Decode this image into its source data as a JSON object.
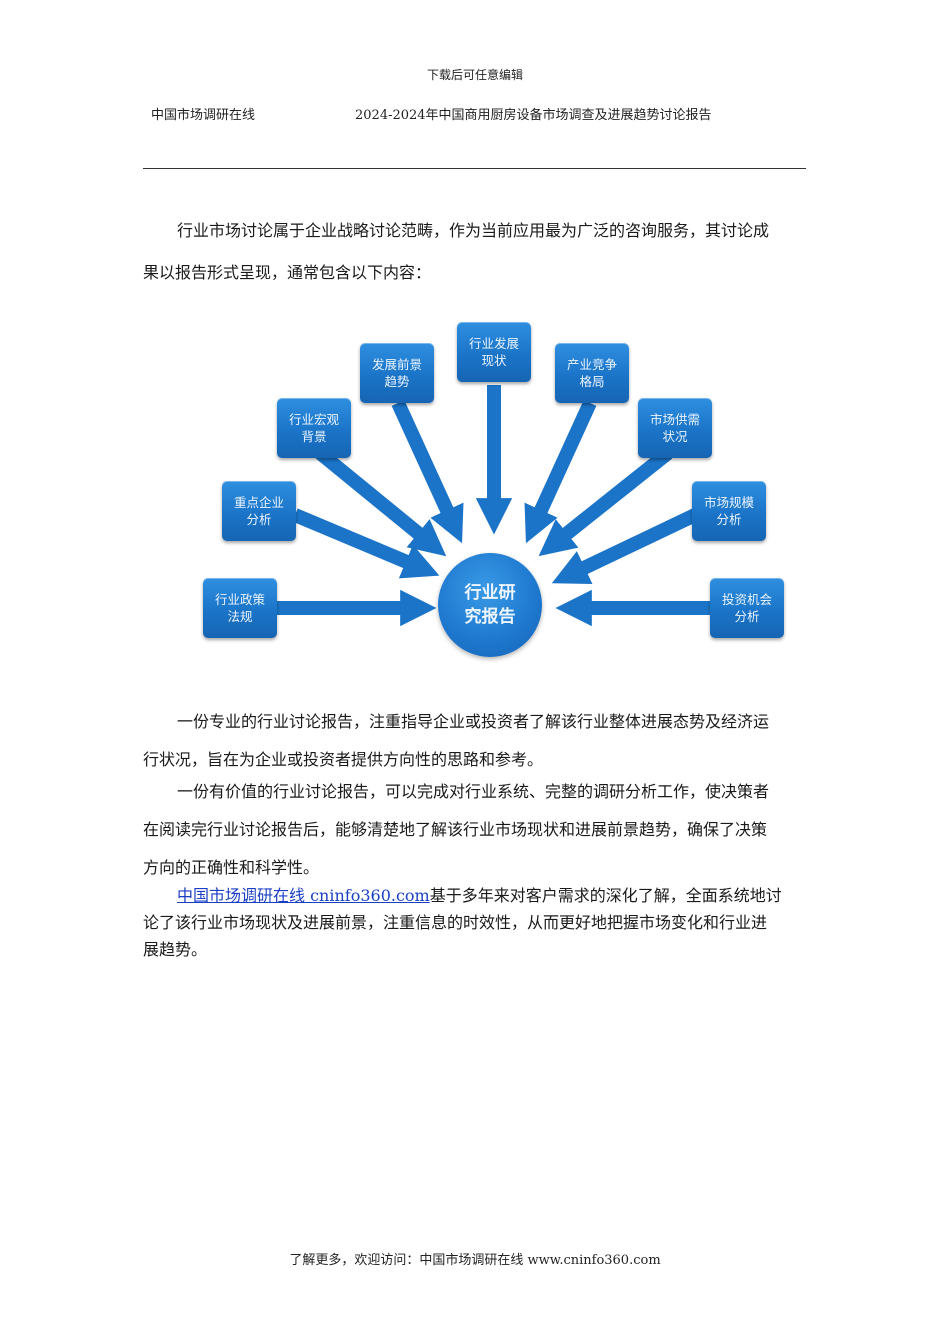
{
  "top_note": "下载后可任意编辑",
  "header": {
    "left": "中国市场调研在线",
    "right": "2024-2024年中国商用厨房设备市场调查及进展趋势讨论报告"
  },
  "intro": {
    "lines": [
      "行业市场讨论属于企业战略讨论范畴，作为当前应用最为广泛的咨询服务，其讨论成",
      "果以报告形式呈现，通常包含以下内容："
    ]
  },
  "diagram": {
    "center": {
      "line1": "行业研",
      "line2": "究报告"
    },
    "nodes": [
      {
        "line1": "行业政策",
        "line2": "法规"
      },
      {
        "line1": "重点企业",
        "line2": "分析"
      },
      {
        "line1": "行业宏观",
        "line2": "背景"
      },
      {
        "line1": "发展前景",
        "line2": "趋势"
      },
      {
        "line1": "行业发展",
        "line2": "现状"
      },
      {
        "line1": "产业竞争",
        "line2": "格局"
      },
      {
        "line1": "市场供需",
        "line2": "状况"
      },
      {
        "line1": "市场规模",
        "line2": "分析"
      },
      {
        "line1": "投资机会",
        "line2": "分析"
      }
    ],
    "color": "#1b74c8"
  },
  "para1": {
    "lines": [
      "一份专业的行业讨论报告，注重指导企业或投资者了解该行业整体进展态势及经济运",
      "行状况，旨在为企业或投资者提供方向性的思路和参考。"
    ]
  },
  "para2": {
    "lines": [
      "一份有价值的行业讨论报告，可以完成对行业系统、完整的调研分析工作，使决策者",
      "在阅读完行业讨论报告后，能够清楚地了解该行业市场现状和进展前景趋势，确保了决策",
      "方向的正确性和科学性。"
    ]
  },
  "para3": {
    "link_text": "中国市场调研在线 cninfo360.com",
    "line1_rest": "基于多年来对客户需求的深化了解，全面系统地讨",
    "lines": [
      "论了该行业市场现状及进展前景，注重信息的时效性，从而更好地把握市场变化和行业进",
      "展趋势。"
    ]
  },
  "footer": "了解更多，欢迎访问：中国市场调研在线 www.cninfo360.com"
}
